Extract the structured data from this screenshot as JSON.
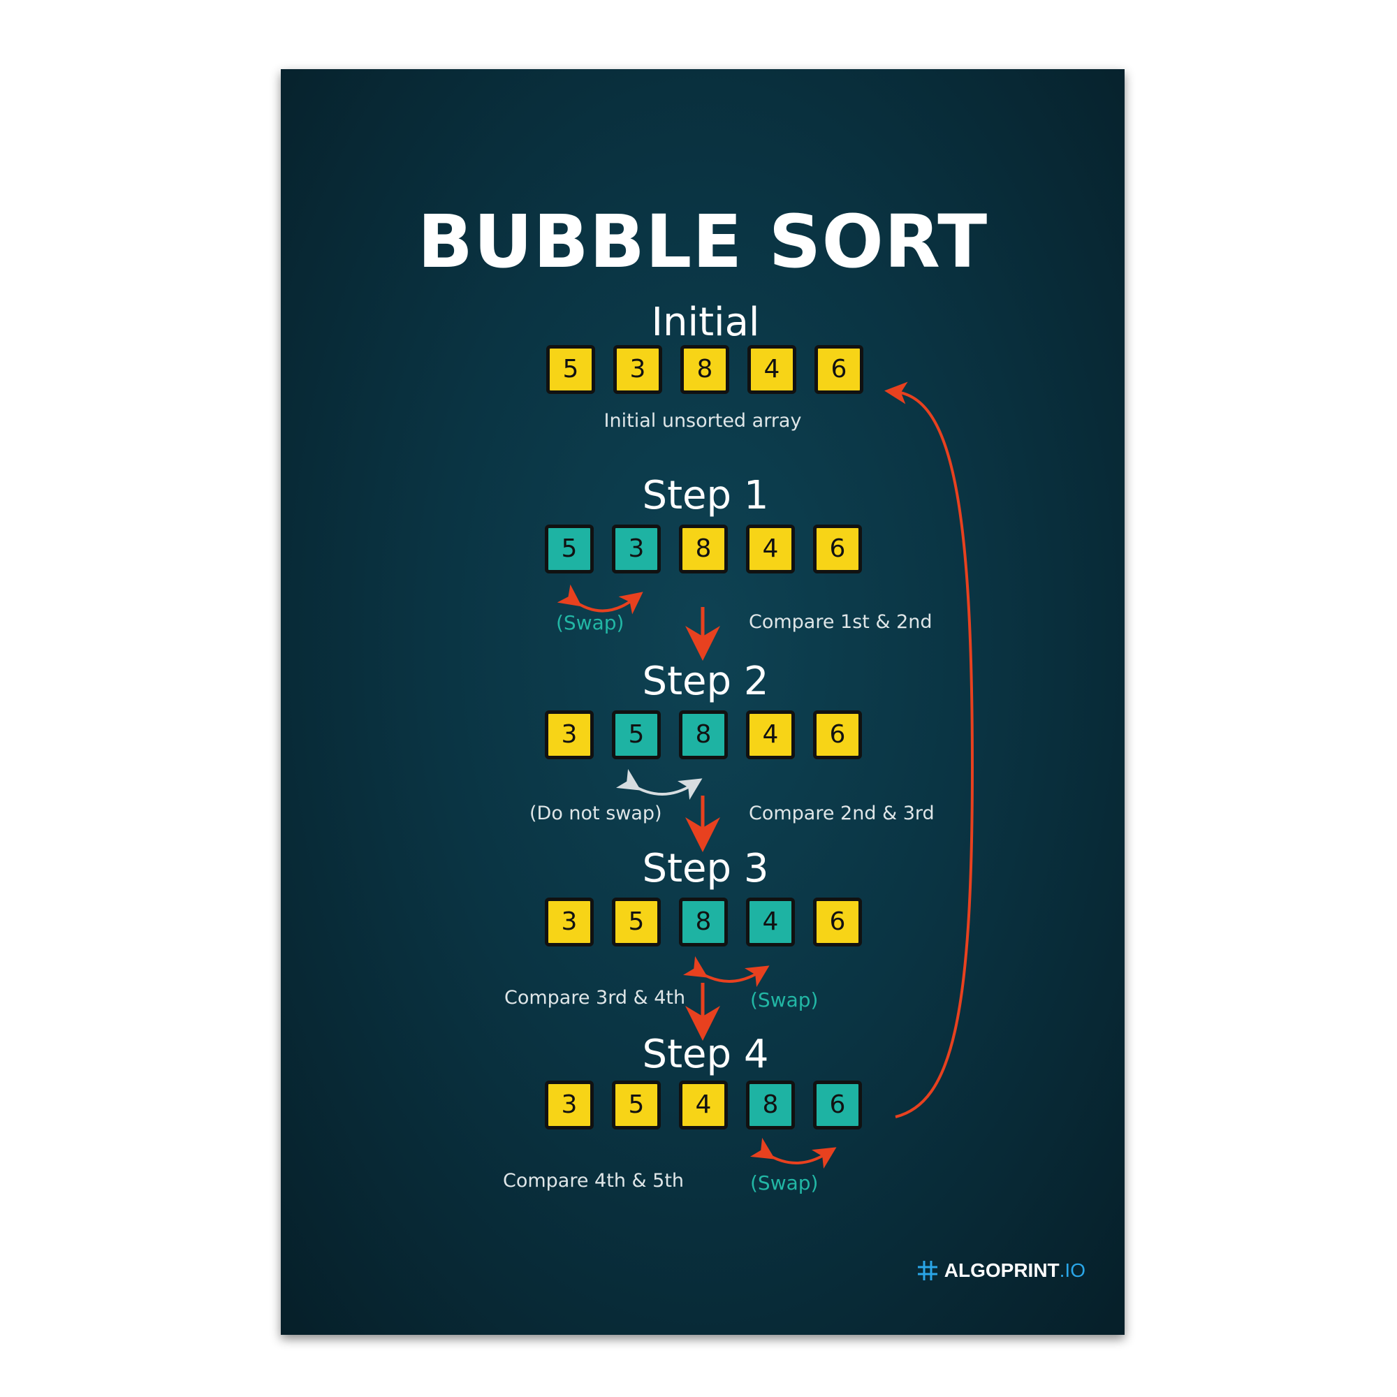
{
  "title": "BUBBLE SORT",
  "stages": [
    {
      "heading": "Initial",
      "boxes": [
        {
          "value": "5",
          "color": "yellow"
        },
        {
          "value": "3",
          "color": "yellow"
        },
        {
          "value": "8",
          "color": "yellow"
        },
        {
          "value": "4",
          "color": "yellow"
        },
        {
          "value": "6",
          "color": "yellow"
        }
      ],
      "caption": "Initial unsorted array"
    },
    {
      "heading": "Step 1",
      "boxes": [
        {
          "value": "5",
          "color": "teal"
        },
        {
          "value": "3",
          "color": "teal"
        },
        {
          "value": "8",
          "color": "yellow"
        },
        {
          "value": "4",
          "color": "yellow"
        },
        {
          "value": "6",
          "color": "yellow"
        }
      ],
      "action": "(Swap)",
      "compare": "Compare 1st & 2nd"
    },
    {
      "heading": "Step 2",
      "boxes": [
        {
          "value": "3",
          "color": "yellow"
        },
        {
          "value": "5",
          "color": "teal"
        },
        {
          "value": "8",
          "color": "teal"
        },
        {
          "value": "4",
          "color": "yellow"
        },
        {
          "value": "6",
          "color": "yellow"
        }
      ],
      "action": "(Do not swap)",
      "compare": "Compare 2nd & 3rd"
    },
    {
      "heading": "Step 3",
      "boxes": [
        {
          "value": "3",
          "color": "yellow"
        },
        {
          "value": "5",
          "color": "yellow"
        },
        {
          "value": "8",
          "color": "teal"
        },
        {
          "value": "4",
          "color": "teal"
        },
        {
          "value": "6",
          "color": "yellow"
        }
      ],
      "action": "(Swap)",
      "compare": "Compare 3rd & 4th"
    },
    {
      "heading": "Step 4",
      "boxes": [
        {
          "value": "3",
          "color": "yellow"
        },
        {
          "value": "5",
          "color": "yellow"
        },
        {
          "value": "4",
          "color": "yellow"
        },
        {
          "value": "8",
          "color": "teal"
        },
        {
          "value": "6",
          "color": "teal"
        }
      ],
      "action": "(Swap)",
      "compare": "Compare 4th & 5th"
    }
  ],
  "logo": {
    "brand": "ALGOPRINT",
    "suffix": ".IO",
    "icon": "hash-grid-icon"
  },
  "colors": {
    "background": "#0a3443",
    "yellow": "#f7d417",
    "teal": "#1eb3a3",
    "arrow": "#e8411f",
    "swap_text": "#22b7a5",
    "logo_accent": "#2aa6e8"
  }
}
